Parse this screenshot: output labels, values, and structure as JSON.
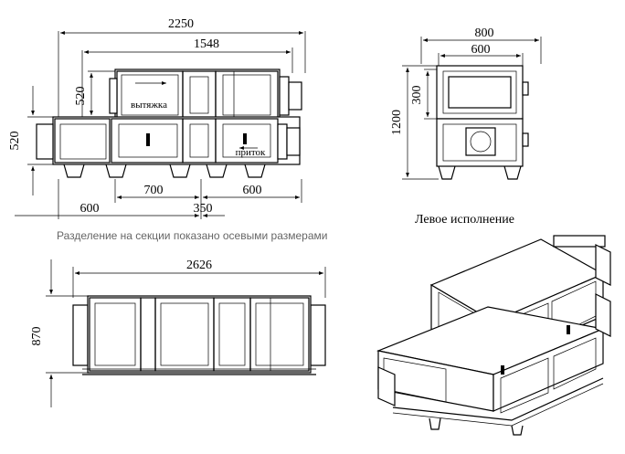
{
  "front_view": {
    "dims": {
      "overall_length": "2250",
      "upper_length": "1548",
      "upper_height": "520",
      "lower_height": "520",
      "base_700": "700",
      "base_600_right": "600",
      "base_600_left": "600",
      "base_350": "350"
    },
    "labels": {
      "exhaust": "вытяжка",
      "supply": "приток"
    }
  },
  "side_view": {
    "dims": {
      "width_800": "800",
      "width_600": "600",
      "height_300": "300",
      "height_1200": "1200"
    },
    "caption": "Левое исполнение"
  },
  "note": "Разделение на секции показано осевыми размерами",
  "top_view": {
    "dims": {
      "length": "2626",
      "width": "870"
    }
  }
}
